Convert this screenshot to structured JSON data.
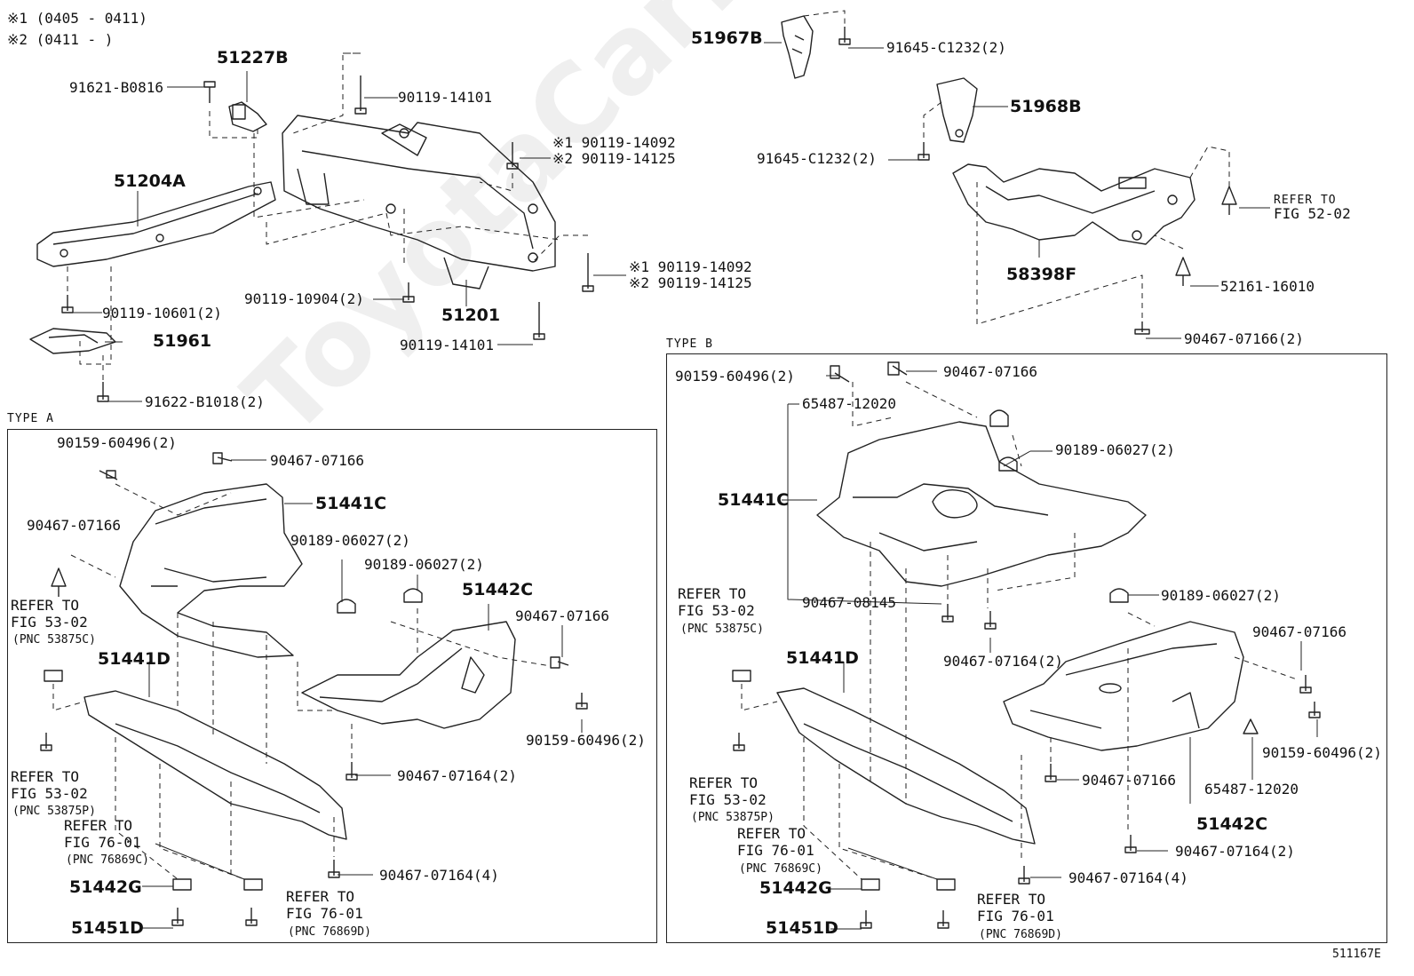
{
  "header": {
    "note1": "※1  (0405 - 0411)",
    "note2": "※2  (0411 -     )"
  },
  "sections": {
    "type_a": "TYPE A",
    "type_b": "TYPE B"
  },
  "diagram_id": "511167E",
  "watermark": "ToyotaCarMine.ru",
  "top_labels": {
    "p51227B": "51227B",
    "p91621B0816": "91621-B0816",
    "p90119_14101a": "90119-14101",
    "p51204A": "51204A",
    "p90119_14092a": "※1 90119-14092",
    "p90119_14125a": "※2 90119-14125",
    "p90119_14092b": "※1 90119-14092",
    "p90119_14125b": "※2 90119-14125",
    "p90119_10904": "90119-10904(2)",
    "p51201": "51201",
    "p90119_14101b": "90119-14101",
    "p90119_10601": "90119-10601(2)",
    "p51961": "51961",
    "p91622": "91622-B1018(2)",
    "p51967B": "51967B",
    "p91645a": "91645-C1232(2)",
    "p51968B": "51968B",
    "p91645b": "91645-C1232(2)",
    "refer_5202_a": "REFER TO",
    "refer_5202_b": "FIG 52-02",
    "p58398F": "58398F",
    "p52161": "52161-16010",
    "p90467_07166t": "90467-07166(2)"
  },
  "type_a_labels": {
    "p90159a": "90159-60496(2)",
    "p90467_07166a": "90467-07166",
    "p51441C": "51441C",
    "p90467_07166b": "90467-07166",
    "p90189a": "90189-06027(2)",
    "p90189b": "90189-06027(2)",
    "p51442C": "51442C",
    "p90467_07166c": "90467-07166",
    "refer1a": "REFER TO",
    "refer1b": "FIG 53-02",
    "refer1c": "(PNC 53875C)",
    "p51441D": "51441D",
    "p90159b": "90159-60496(2)",
    "p90467_07164a": "90467-07164(2)",
    "refer2a": "REFER TO",
    "refer2b": "FIG 53-02",
    "refer2c": "(PNC 53875P)",
    "refer3a": "REFER TO",
    "refer3b": "FIG 76-01",
    "refer3c": "(PNC 76869C)",
    "p90467_07164b": "90467-07164(4)",
    "p51442G": "51442G",
    "refer4a": "REFER TO",
    "refer4b": "FIG 76-01",
    "refer4c": "(PNC 76869D)",
    "p51451D": "51451D"
  },
  "type_b_labels": {
    "p90159a": "90159-60496(2)",
    "p90467_07166a": "90467-07166",
    "p65487a": "65487-12020",
    "p90189a": "90189-06027(2)",
    "p51441C": "51441C",
    "refer1a": "REFER TO",
    "refer1b": "FIG 53-02",
    "refer1c": "(PNC 53875C)",
    "p90467_08145": "90467-08145",
    "p90189b": "90189-06027(2)",
    "p51441D": "51441D",
    "p90467_07164a": "90467-07164(2)",
    "p90467_07166b": "90467-07166",
    "p90159b": "90159-60496(2)",
    "p90467_07166c": "90467-07166",
    "refer2a": "REFER TO",
    "refer2b": "FIG 53-02",
    "refer2c": "(PNC 53875P)",
    "p65487b": "65487-12020",
    "p51442C": "51442C",
    "refer3a": "REFER TO",
    "refer3b": "FIG 76-01",
    "refer3c": "(PNC 76869C)",
    "p90467_07164b": "90467-07164(2)",
    "p51442G": "51442G",
    "p90467_07164c": "90467-07164(4)",
    "refer4a": "REFER TO",
    "refer4b": "FIG 76-01",
    "refer4c": "(PNC 76869D)",
    "p51451D": "51451D"
  }
}
